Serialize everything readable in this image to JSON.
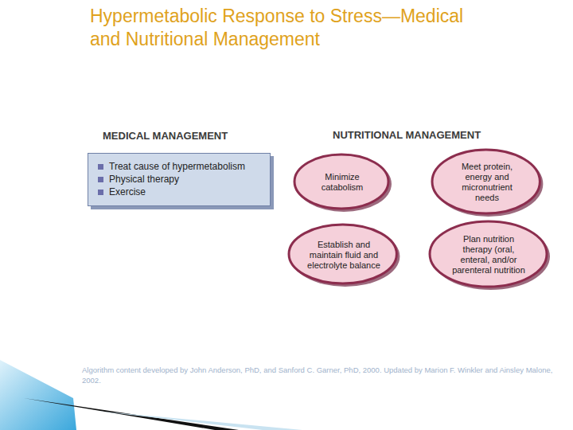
{
  "diagram": {
    "title": "Hypermetabolic Response to Stress—Medical and Nutritional Management",
    "nodes": [
      {
        "text": [
          "MEDICAL MANAGEMENT",
          "Treat cause of hypermetabolism",
          "Physical therapy",
          "Exercise"
        ]
      },
      {
        "text": [
          "Minimize catabolism"
        ]
      },
      {
        "text": [
          "Meet protein, energy and micronutrient needs"
        ]
      },
      {
        "text": [
          "Establish and maintain fluid and electrolyte balance"
        ]
      },
      {
        "text": [
          "Plan nutrition therapy (oral, enteral, and/or parenteral nutrition"
        ]
      }
    ],
    "labels": [
      "NUTRITIONAL MANAGEMENT",
      "Algorithm content developed by John Anderson, PhD, and Sanford C. Garner, PhD, 2000. Updated by Marion F. Winkler and Ainsley Malone, 2002."
    ]
  }
}
